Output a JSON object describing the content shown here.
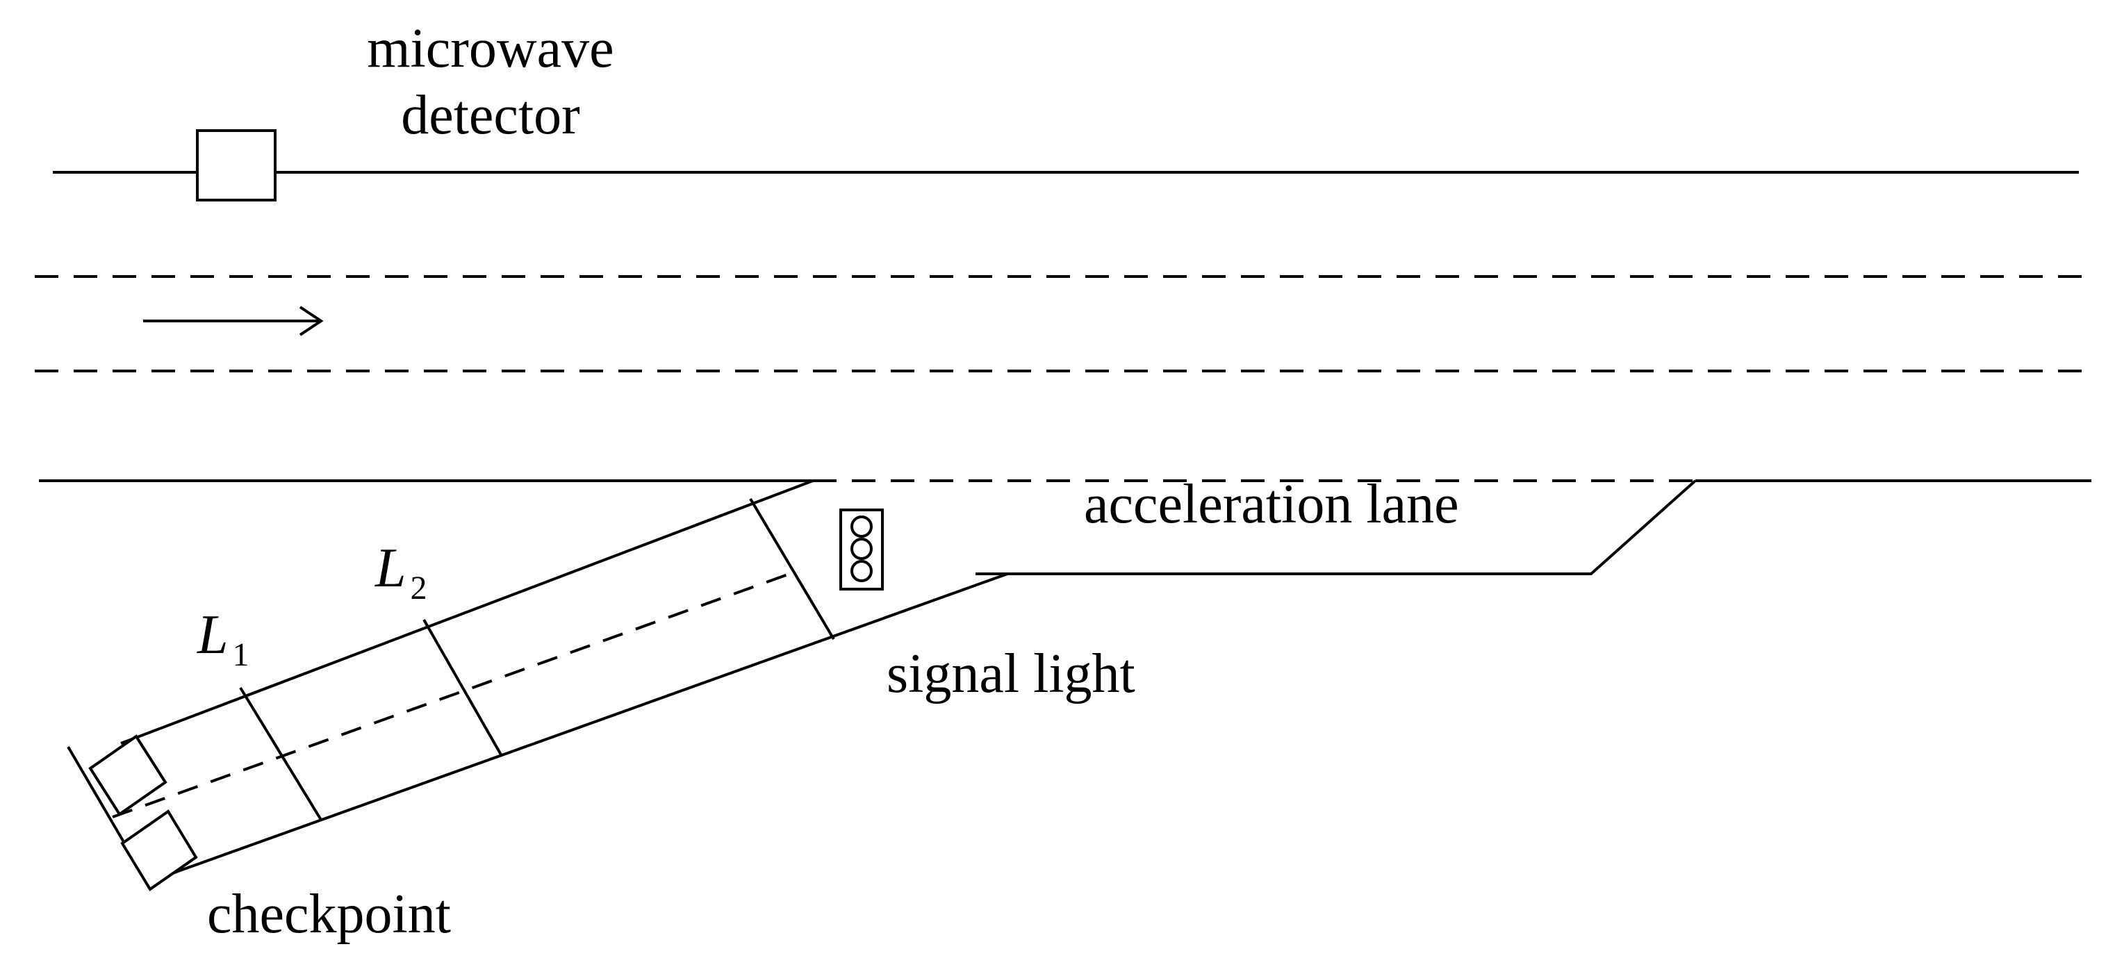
{
  "labels": {
    "microwave_detector_line1": "microwave",
    "microwave_detector_line2": "detector",
    "acceleration_lane": "acceleration lane",
    "signal_light": "signal light",
    "checkpoint": "checkpoint",
    "l1_main": "L",
    "l1_sub": "1",
    "l2_main": "L",
    "l2_sub": "2"
  },
  "icons": {
    "direction_arrow": "arrow-right-icon",
    "signal_light": "traffic-light-icon",
    "detector": "microwave-detector-icon",
    "checkpoint_booths": "toll-booth-icon"
  },
  "colors": {
    "stroke": "#000000",
    "background": "#ffffff"
  }
}
